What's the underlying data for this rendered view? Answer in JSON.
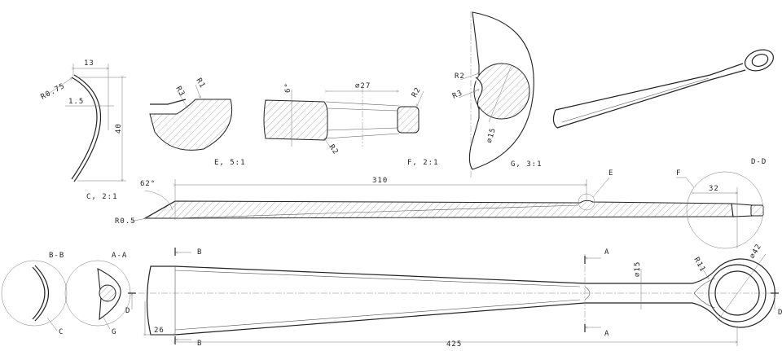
{
  "section_c": {
    "dim_width": "13",
    "radius": "R0.75",
    "thickness": "1.5",
    "dim_height": "40",
    "label": "C, 2:1"
  },
  "detail_e": {
    "r_large": "R3",
    "r_small": "R1",
    "label": "E, 5:1"
  },
  "detail_f": {
    "angle": "6°",
    "diameter": "⌀27",
    "r_top": "R2",
    "r_bottom": "R2",
    "label": "F, 2:1"
  },
  "detail_g": {
    "r_top": "R2",
    "r_bottom": "R3",
    "diameter": "⌀15",
    "label": "G, 3:1"
  },
  "section_dd": {
    "title": "D-D",
    "angle": "62°",
    "radius": "R0.5",
    "length": "310",
    "callout_e": "E",
    "callout_f": "F",
    "tip_length": "32"
  },
  "sections": {
    "bb": "B-B",
    "aa": "A-A",
    "callout_c": "C",
    "callout_g": "G"
  },
  "main_view": {
    "cut_b_top": "B",
    "cut_b_bottom": "B",
    "cut_a_top": "A",
    "cut_a_bottom": "A",
    "cut_d_left": "D",
    "cut_d_right": "D",
    "offset": "26",
    "overall_length": "425",
    "shaft_diameter": "⌀15",
    "fillet": "R11",
    "eye_diameter": "⌀42"
  }
}
